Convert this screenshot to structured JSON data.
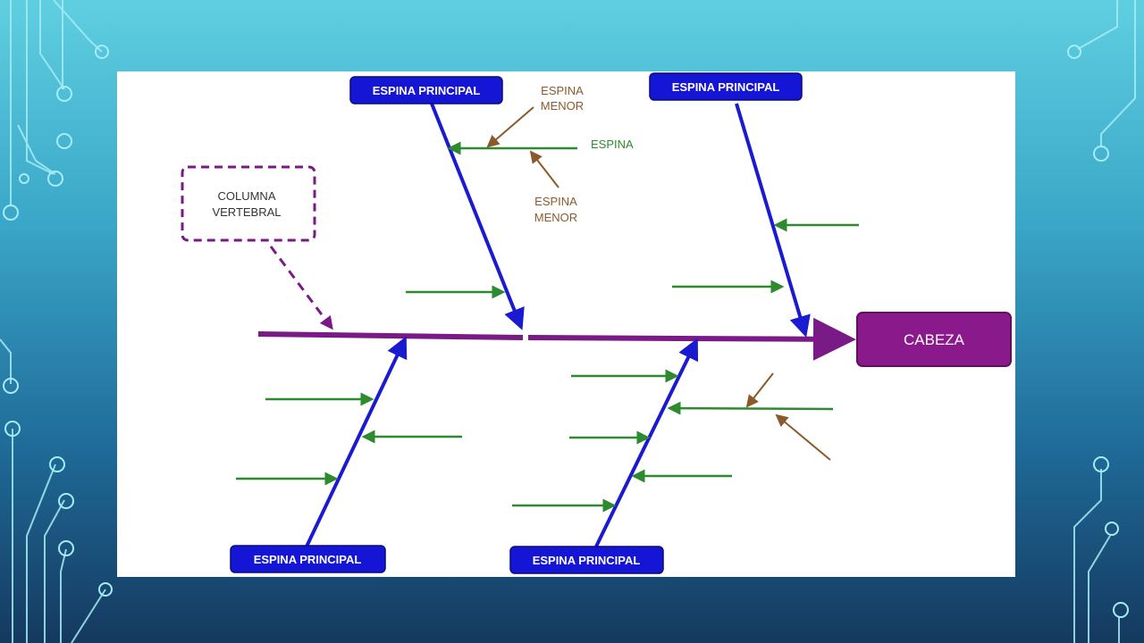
{
  "diagram": {
    "head_label": "CABEZA",
    "spine_label_line1": "COLUMNA",
    "spine_label_line2": "VERTEBRAL",
    "main_bone_top_left": "ESPINA PRINCIPAL",
    "main_bone_top_right": "ESPINA PRINCIPAL",
    "main_bone_bottom_left": "ESPINA PRINCIPAL",
    "main_bone_bottom_right": "ESPINA PRINCIPAL",
    "bone_label": "ESPINA",
    "minor_bone_top_line1": "ESPINA",
    "minor_bone_top_line2": "MENOR",
    "minor_bone_bottom_line1": "ESPINA",
    "minor_bone_bottom_line2": "MENOR"
  },
  "colors": {
    "spine": "#7a1a86",
    "head_fill": "#8a1a8c",
    "main_bone": "#1a1ad0",
    "bone": "#2e8a2e",
    "minor_bone": "#8b5a2b",
    "label_box": "#1515d6"
  }
}
